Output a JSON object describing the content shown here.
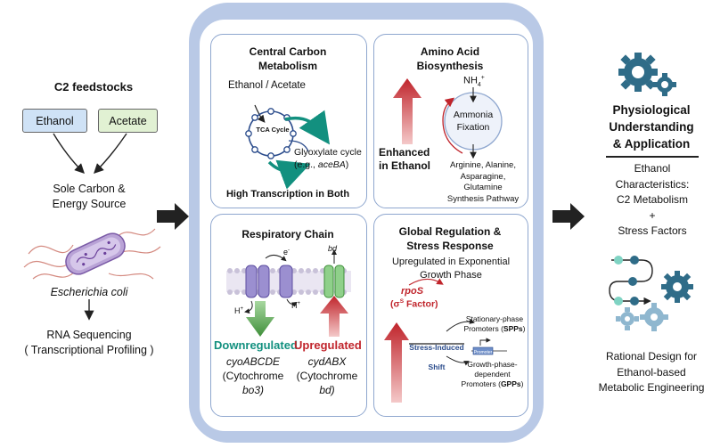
{
  "left": {
    "heading": "C2 feedstocks",
    "ethanol": "Ethanol",
    "acetate": "Acetate",
    "sole_carbon_line1": "Sole Carbon &",
    "sole_carbon_line2": "Energy Source",
    "organism": "Escherichia coli",
    "rna_line1": "RNA Sequencing",
    "rna_line2": "( Transcriptional Profiling )"
  },
  "central_carbon": {
    "title_line1": "Central Carbon",
    "title_line2": "Metabolism",
    "substrate": "Ethanol / Acetate",
    "tca": "TCA Cycle",
    "glyoxylate_line1": "Glyoxylate cycle",
    "glyoxylate_prefix": "(e.g., ",
    "glyoxylate_gene": "aceBA",
    "glyoxylate_suffix": ")",
    "footer": "High Transcription in Both"
  },
  "amino_acid": {
    "title_line1": "Amino Acid",
    "title_line2": "Biosynthesis",
    "nh4": "NH",
    "nh4_sub": "4",
    "nh4_sup": "+",
    "ammonia_line1": "Ammonia",
    "ammonia_line2": "Fixation",
    "enhanced_line1": "Enhanced",
    "enhanced_line2": "in Ethanol",
    "products_line1": "Arginine, Alanine,",
    "products_line2": "Asparagine, Glutamine",
    "products_line3": "Synthesis Pathway"
  },
  "respiratory": {
    "title": "Respiratory Chain",
    "electron": "e",
    "electron_sup": "-",
    "bd": "bd",
    "hplus": "H",
    "hplus_sup": "+",
    "down_label": "Downregulated",
    "up_label": "Upregulated",
    "down_gene": "cyoABCDE",
    "up_gene": "cydABX",
    "down_cyto_line1": "(Cytochrome",
    "down_cyto_line2": "bo3)",
    "up_cyto_line1": "(Cytochrome",
    "up_cyto_line2": "bd)"
  },
  "global_reg": {
    "title_line1": "Global Regulation &",
    "title_line2": "Stress Response",
    "subtitle_line1": "Upregulated in Exponential",
    "subtitle_line2": "Growth Phase",
    "rpos": "rpoS",
    "sigma_prefix": "(σ",
    "sigma_sup": "S",
    "sigma_suffix": " Factor)",
    "spp_line1": "Stationary-phase",
    "spp_line2_prefix": "Promoters (",
    "spp_abbr": "SPPs",
    "spp_line2_suffix": ")",
    "stress_line1": "Stress-Induced",
    "stress_line2": "Shift",
    "promoter": "Promoter",
    "gpp_line1": "Growth-phase-",
    "gpp_line2": "dependent",
    "gpp_line3_prefix": "Promoters (",
    "gpp_abbr": "GPPs",
    "gpp_line3_suffix": ")"
  },
  "right": {
    "title_line1": "Physiological",
    "title_line2": "Understanding",
    "title_line3": "& Application",
    "char_line1": "Ethanol",
    "char_line2": "Characteristics:",
    "char_line3": "C2 Metabolism",
    "plus": "+",
    "char_line4": "Stress Factors",
    "design_line1": "Rational Design for",
    "design_line2": "Ethanol-based",
    "design_line3": "Metabolic Engineering"
  },
  "colors": {
    "panel_frame": "#b9c9e6",
    "card_border": "#8fa7cf",
    "teal": "#12907f",
    "red": "#c0242b",
    "ethanol_box": "#cfe2f6",
    "acetate_box": "#e1f1d3",
    "gear": "#2f6c88"
  }
}
